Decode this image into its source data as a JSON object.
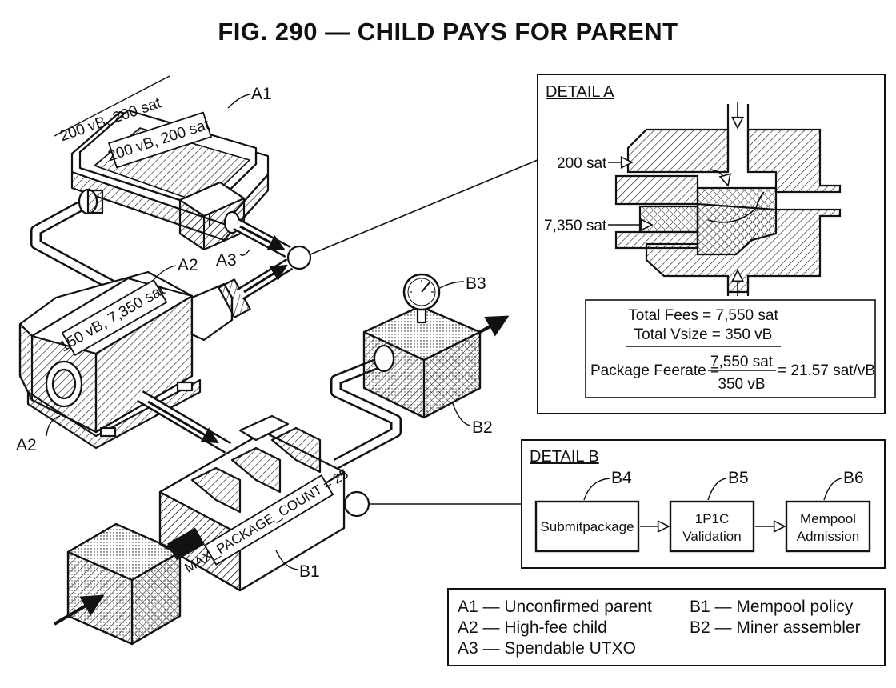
{
  "figure": {
    "title": "FIG. 290 — CHILD PAYS FOR PARENT"
  },
  "machine": {
    "a1_dimension": "200 vB, 200 sat",
    "a1_plate": "200 vB, 200 sat",
    "a2_plate": "150 vB, 7,350 sat",
    "b1_plate": "MAX_PACKAGE_COUNT = 25",
    "callouts": {
      "a1": "A1",
      "a2_top": "A2",
      "a2_bottom": "A2",
      "a3": "A3",
      "b1": "B1",
      "b2": "B2",
      "b3": "B3"
    }
  },
  "detail_a": {
    "header": "DETAIL A",
    "input_top": "200 sat",
    "input_bottom": "7,350 sat",
    "total_fees": "Total Fees = 7,550 sat",
    "total_vsize": "Total Vsize = 350 vB",
    "feerate_label": "Package Feerate =",
    "feerate_numerator": "7,550 sat",
    "feerate_denominator": "350 vB",
    "feerate_result": "= 21.57 sat/vB"
  },
  "detail_b": {
    "header": "DETAIL B",
    "steps": [
      {
        "callout": "B4",
        "lines": [
          "Submitpackage"
        ]
      },
      {
        "callout": "B5",
        "lines": [
          "1P1C",
          "Validation"
        ]
      },
      {
        "callout": "B6",
        "lines": [
          "Mempool",
          "Admission"
        ]
      }
    ]
  },
  "legend": {
    "left": [
      "A1 — Unconfirmed parent",
      "A2 — High-fee child",
      "A3 — Spendable UTXO"
    ],
    "right": [
      "B1 — Mempool policy",
      "B2 — Miner assembler"
    ]
  }
}
